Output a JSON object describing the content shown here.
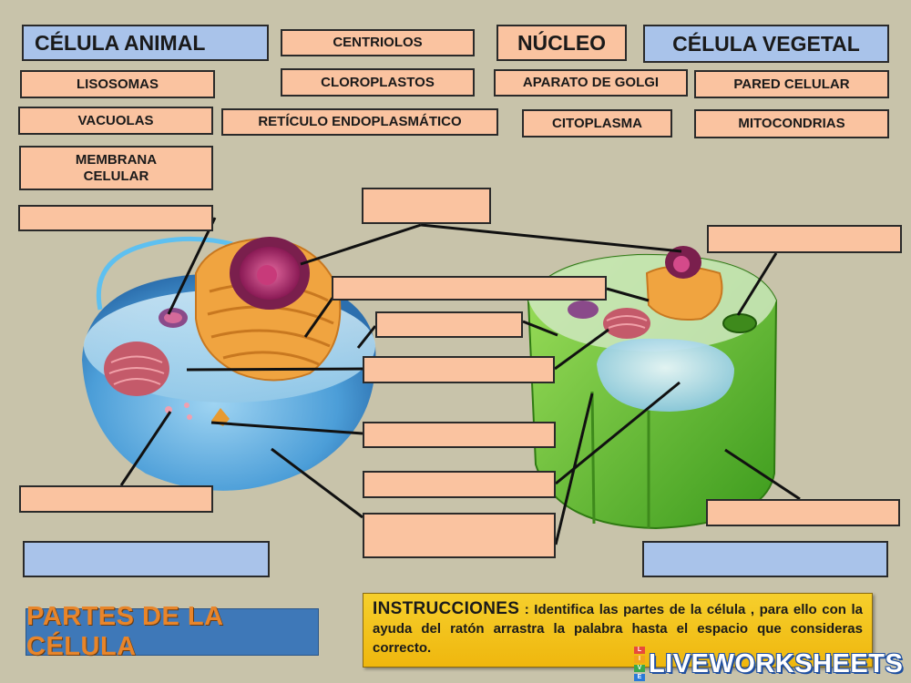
{
  "word_bank": [
    {
      "id": "celula-animal",
      "label": "CÉLULA ANIMAL",
      "style": "blue-big"
    },
    {
      "id": "centriolos",
      "label": "CENTRIOLOS",
      "style": "peach"
    },
    {
      "id": "nucleo",
      "label": "NÚCLEO",
      "style": "peach-big"
    },
    {
      "id": "celula-vegetal",
      "label": "CÉLULA VEGETAL",
      "style": "blue-big"
    },
    {
      "id": "lisosomas",
      "label": "LISOSOMAS",
      "style": "peach"
    },
    {
      "id": "cloroplastos",
      "label": "CLOROPLASTOS",
      "style": "peach"
    },
    {
      "id": "aparato-golgi",
      "label": "APARATO DE GOLGI",
      "style": "peach"
    },
    {
      "id": "pared-celular",
      "label": "PARED CELULAR",
      "style": "peach"
    },
    {
      "id": "vacuolas",
      "label": "VACUOLAS",
      "style": "peach"
    },
    {
      "id": "reticulo",
      "label": "RETÍCULO ENDOPLASMÁTICO",
      "style": "peach"
    },
    {
      "id": "citoplasma",
      "label": "CITOPLASMA",
      "style": "peach"
    },
    {
      "id": "mitocondrias",
      "label": "MITOCONDRIAS",
      "style": "peach"
    },
    {
      "id": "membrana",
      "label": "MEMBRANA\nCELULAR",
      "style": "peach"
    }
  ],
  "title": "PARTES DE LA CÉLULA",
  "instructions": {
    "heading": "INSTRUCCIONES",
    "text": " : Identifica las  partes de la célula , para ello con la ayuda del ratón arrastra la palabra hasta el espacio que consideras correcto."
  },
  "brand": {
    "name": "LIVEWORKSHEETS",
    "logo_letters": [
      "L",
      "I",
      "V",
      "E"
    ]
  },
  "colors": {
    "background": "#c8c3aa",
    "chip_peach": "#fac3a0",
    "chip_blue": "#a9c3ea",
    "animal_cell": "#5aa6dc",
    "plant_cell": "#6fc234",
    "instructions_bg": "#f2c21c",
    "title_text": "#e8852a",
    "title_bg": "#3e78b8",
    "brand_blue": "#1f4fa0"
  }
}
